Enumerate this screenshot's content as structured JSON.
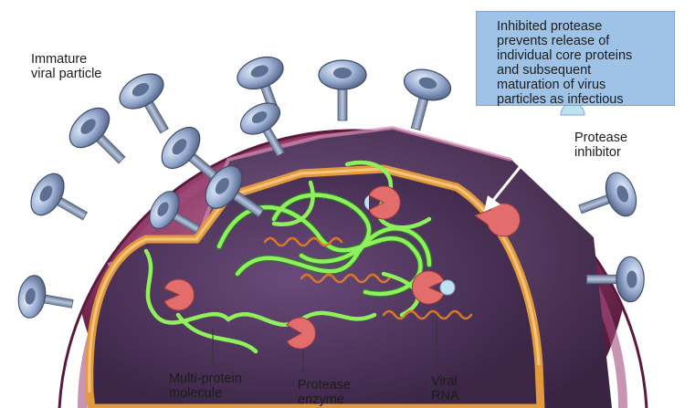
{
  "labels": {
    "immature_particle": "Immature\nviral particle",
    "protease_inhibitor": "Protease\ninhibitor",
    "multi_protein": "Multi-protein\nmolecule",
    "protease_enzyme": "Protease\nenzyme",
    "viral_rna": "Viral\nRNA"
  },
  "callout": {
    "text": "Inhibited protease\nprevents release of\nindividual core proteins\nand subsequent\nmaturation of virus\nparticles as infectious"
  },
  "colors": {
    "envelope": "#7a2a55",
    "envelope_light": "#b25a86",
    "interior": "#5b3a66",
    "core_shell": "#e39a3e",
    "rna_green": "#7be04a",
    "rna_orange": "#d9782a",
    "enzyme": "#e06c6a",
    "spike": "#8fa5c8",
    "callout_bg": "#9ec3e6"
  }
}
